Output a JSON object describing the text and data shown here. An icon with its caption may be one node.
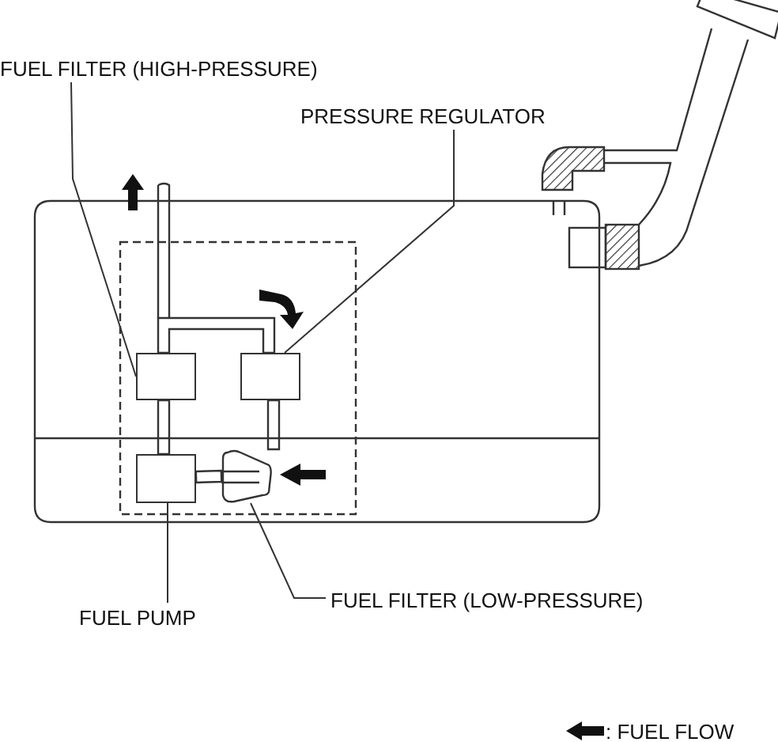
{
  "diagram": {
    "nodes": [
      {
        "text": [
          "FUEL FILTER (HIGH-PRESSURE)"
        ]
      },
      {
        "text": [
          "PRESSURE REGULATOR"
        ]
      },
      {
        "text": [
          "FUEL PUMP"
        ]
      },
      {
        "text": [
          "FUEL FILTER (LOW-PRESSURE)"
        ]
      },
      {
        "text": [],
        "shape": "box"
      },
      {
        "text": [],
        "shape": "box"
      },
      {
        "text": [],
        "shape": "box"
      },
      {
        "text": [],
        "shape": "trapezoid"
      }
    ],
    "edges": [
      {
        "from": 0,
        "to": 4,
        "arrow": "none"
      },
      {
        "from": 1,
        "to": 5,
        "arrow": "none"
      },
      {
        "from": 2,
        "to": 6,
        "arrow": "none"
      },
      {
        "from": 3,
        "to": 7,
        "arrow": "none"
      },
      {
        "from": 4,
        "to": 5,
        "arrow": "none"
      },
      {
        "from": 4,
        "to": 6,
        "arrow": "none"
      },
      {
        "from": 6,
        "to": 7,
        "arrow": "none"
      },
      {
        "from": 5,
        "to": 7,
        "arrow": "none"
      }
    ],
    "legend": [
      {
        "text": ": FUEL FLOW"
      }
    ]
  }
}
